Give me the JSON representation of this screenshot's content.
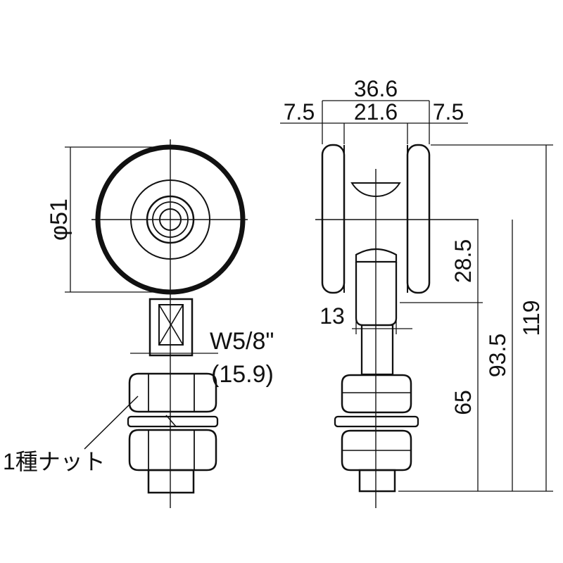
{
  "drawing": {
    "left_view": {
      "diameter_label": "φ51",
      "thread_label": "W5/8\"",
      "thread_mm_label": "(15.9)",
      "nut_label": "1種ナット"
    },
    "right_view": {
      "overall_width": "36.6",
      "side_left": "7.5",
      "center_width": "21.6",
      "side_right": "7.5",
      "stud_diameter": "13",
      "dim_axle_to_shoulder": "28.5",
      "dim_stud_length": "65",
      "dim_axle_to_bottom": "93.5",
      "dim_overall_height": "119"
    }
  },
  "colors": {
    "line": "#111111",
    "background": "#ffffff"
  }
}
